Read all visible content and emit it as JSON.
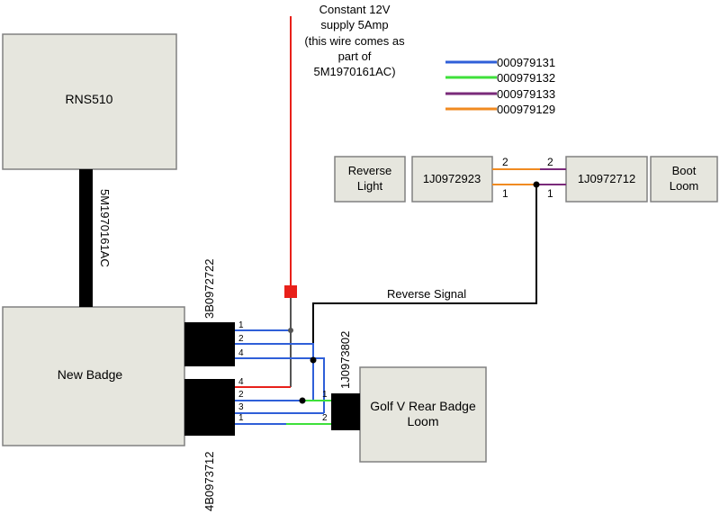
{
  "boxes": {
    "rns": "RNS510",
    "new_badge": "New Badge",
    "reverse_light": [
      "Reverse",
      "Light"
    ],
    "conn_1j0972923": "1J0972923",
    "conn_1j0972712": "1J0972712",
    "boot_loom": [
      "Boot",
      "Loom"
    ],
    "golf_loom": [
      "Golf V Rear Badge",
      "Loom"
    ]
  },
  "connector_labels": {
    "main_cable": "5M1970161AC",
    "upper": "3B0972722",
    "lower": "4B0973712",
    "golf": "1J0973802"
  },
  "supply_note": [
    "Constant 12V",
    "supply 5Amp",
    "(this wire comes as",
    "part of",
    "5M1970161AC)"
  ],
  "signal_label": "Reverse Signal",
  "pins": {
    "upper": [
      "1",
      "2",
      "4"
    ],
    "lower": [
      "4",
      "2",
      "3",
      "1"
    ],
    "golf": [
      "1",
      "2"
    ],
    "rev_left": [
      "2",
      "1"
    ],
    "rev_right": [
      "2",
      "1"
    ]
  },
  "legend": [
    {
      "part": "000979131",
      "color": "#2f5fd8"
    },
    {
      "part": "000979132",
      "color": "#3ee03a"
    },
    {
      "part": "000979133",
      "color": "#7a2a7a"
    },
    {
      "part": "000979129",
      "color": "#f08a20"
    }
  ],
  "colors": {
    "red": "#e8201a",
    "black": "#000000",
    "box_fill": "#e6e6de",
    "box_stroke": "#808080"
  }
}
